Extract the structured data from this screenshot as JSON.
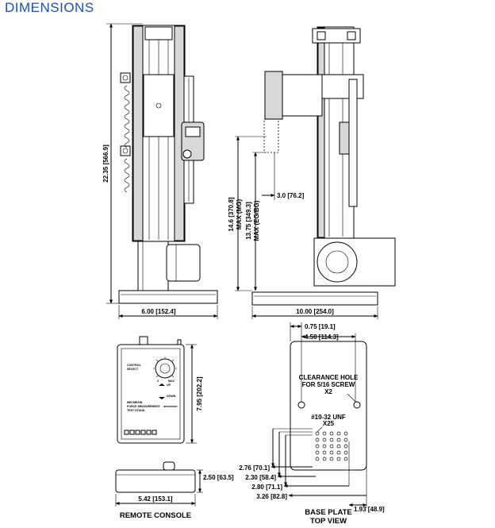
{
  "title": "DIMENSIONS",
  "front_view": {
    "height_label": "22.35 [566.9]",
    "base_width_label": "6.00 [152.4]"
  },
  "side_view": {
    "max_mg_label_line1": "14.6 [370.8]",
    "max_mg_label_line2": "MAX (MG)",
    "max_eg_label_line1": "13.75 [349.3]",
    "max_eg_label_line2": "MAX (EG/BG)",
    "arm_label": "3.0 [76.2]",
    "base_width_label": "10.00 [254.0]"
  },
  "remote_console": {
    "caption": "REMOTE CONSOLE",
    "height_label": "7.95 [202.2]",
    "width_label": "5.42 [153.1]",
    "depth_label": "2.50 [63.5]",
    "panel_text": {
      "control": "CONTROL",
      "control_sub": "SELECT",
      "scale_left": "0",
      "scale_right": "MAX",
      "up": "UP",
      "down": "DOWN",
      "brand_line1": "MECMESIN",
      "brand_line2": "FORCE MEASUREMENT",
      "brand_line3": "TEST STAND",
      "logo": "mecmesin"
    }
  },
  "base_plate": {
    "caption_line1": "BASE PLATE",
    "caption_line2": "TOP VIEW",
    "dim_075": "0.75 [19.1]",
    "dim_450": "4.50 [114.3]",
    "clearance_line1": "CLEARANCE HOLE",
    "clearance_line2": "FOR 5/16 SCREW",
    "clearance_line3": "X2",
    "thread_line1": "#10-32 UNF",
    "thread_line2": "X25",
    "dim_276": "2.76 [70.1]",
    "dim_230": "2.30 [58.4]",
    "dim_280": "2.80 [71.1]",
    "dim_326": "3.26 [82.8]",
    "dim_193": "1.93 [48.9]"
  }
}
